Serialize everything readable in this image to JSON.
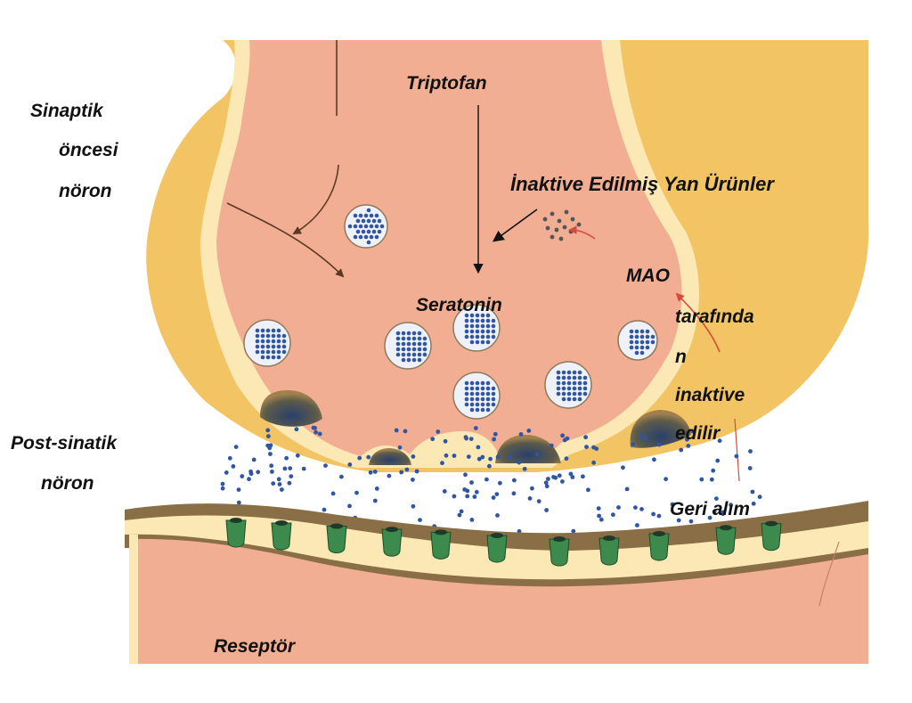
{
  "labels": {
    "presynaptic_line1": "Sinaptik",
    "presynaptic_line2": "öncesi",
    "presynaptic_line3": "nöron",
    "postsynaptic_line1": "Post-sinatik",
    "postsynaptic_line2": "nöron",
    "tryptophan": "Triptofan",
    "inactive_products": "İnaktive Edilmiş Yan Ürünler",
    "serotonin": "Seratonin",
    "mao_line1": "MAO",
    "mao_line2": "tarafında",
    "mao_line3": "n",
    "mao_line4": "inaktive",
    "mao_line5": "edilir",
    "reuptake": "Geri alım",
    "receptor": "Reseptör"
  },
  "colors": {
    "sheath": "#f2c463",
    "membrane": "#fbe8b5",
    "cytoplasm": "#f1ae93",
    "vesicle_fill": "#eef2f8",
    "serotonin_dot": "#2f55a3",
    "receptor": "#3c8a4c",
    "cleft_band": "#8a6e45",
    "red_arrow": "#d64a3e"
  }
}
